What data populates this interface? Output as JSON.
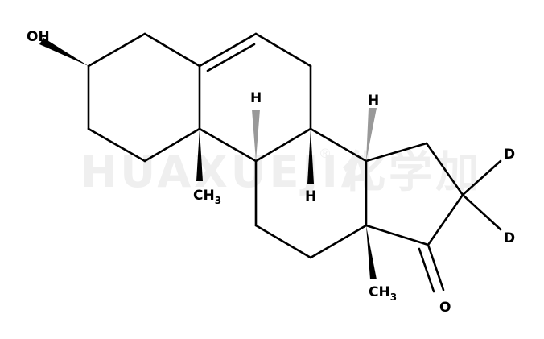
{
  "structure": {
    "type": "skeletal-formula",
    "name": "",
    "atom_labels": {
      "hydroxyl": "OH",
      "carbonyl_oxygen": "O",
      "deuterium_top": "D",
      "deuterium_bottom": "D",
      "h_c8": "H",
      "h_c9": "H",
      "h_c14": "H",
      "methyl_c10": "CH",
      "methyl_c10_subscript": "3",
      "methyl_c13": "CH",
      "methyl_c13_subscript": "3"
    },
    "bond_color": "#000000",
    "stereo_hashed_color": "#999999"
  },
  "watermark": {
    "text": "HUAXUEJIA",
    "chinese": "化学加",
    "registered": "®",
    "color": "#efefef"
  }
}
